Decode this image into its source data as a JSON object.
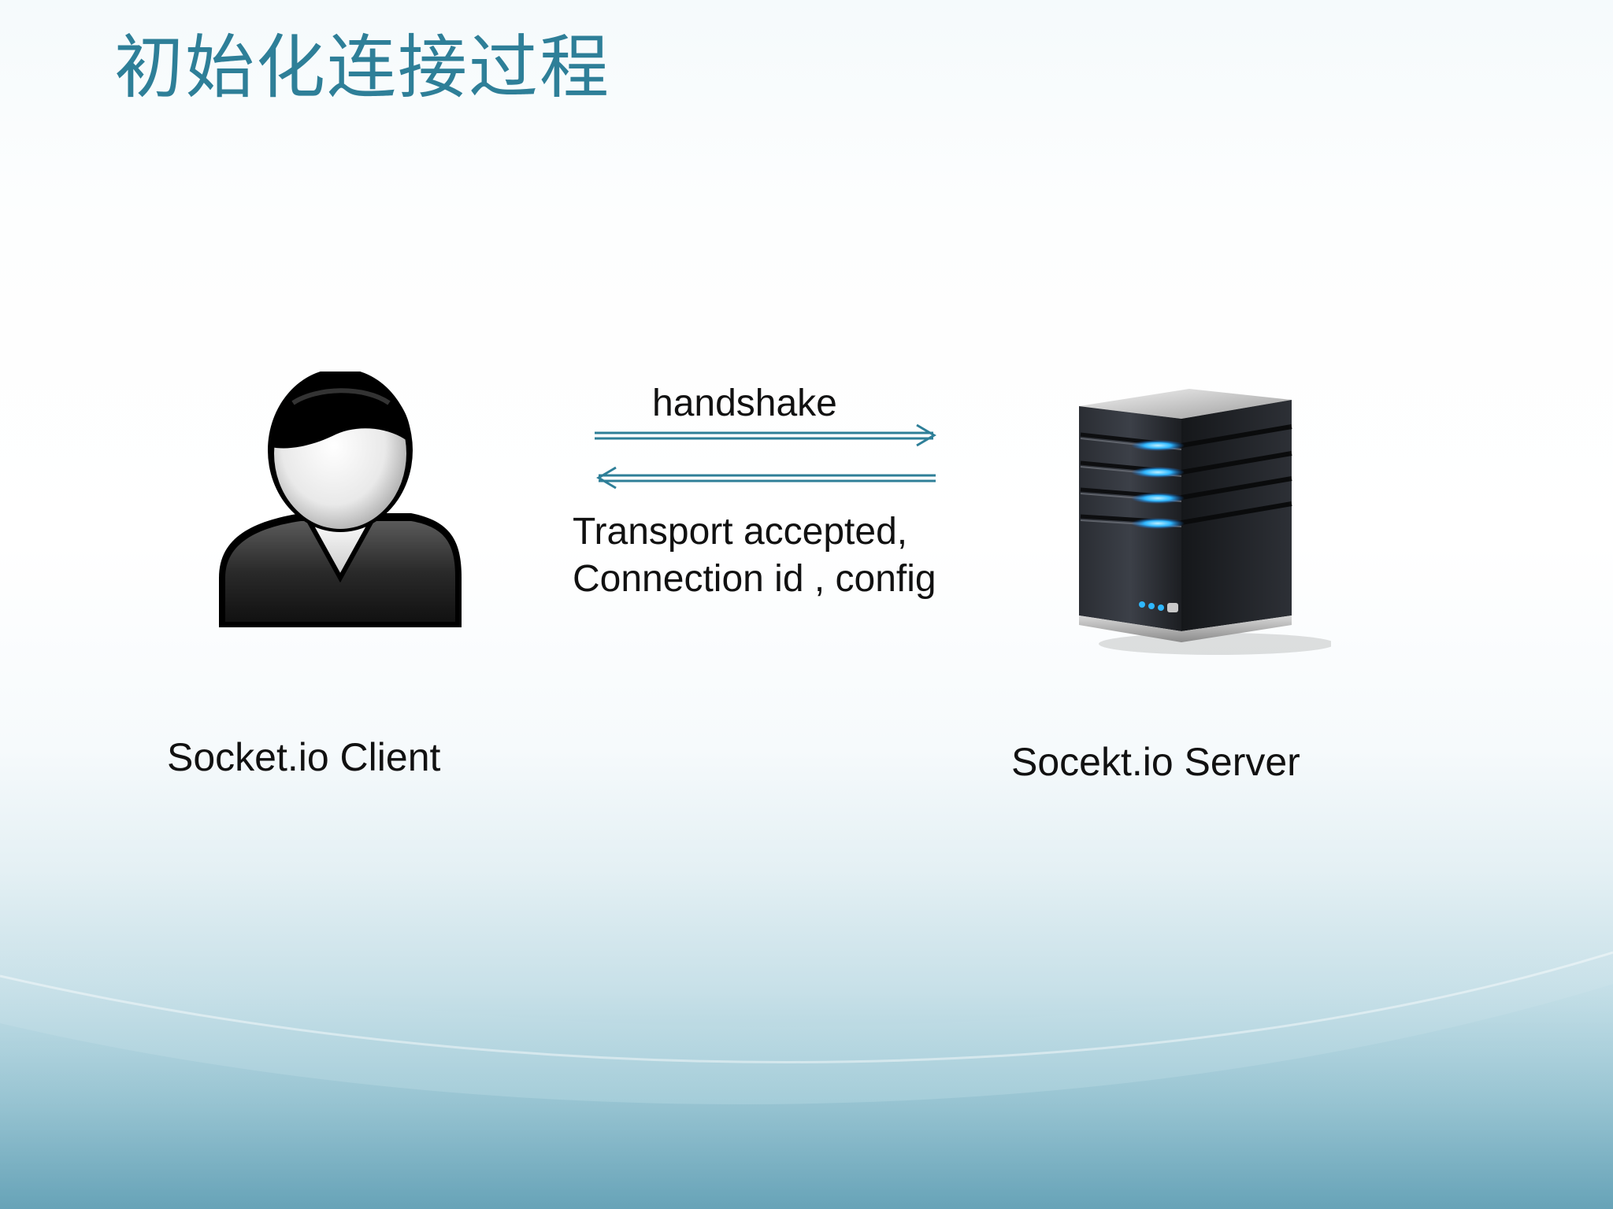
{
  "slide": {
    "title": "初始化连接过程",
    "accent_color": "#2e7f98",
    "background_wave_color": "#6fa9bd"
  },
  "diagram": {
    "handshake_label": "handshake",
    "response_lines": [
      "Transport accepted,",
      "Connection id , config"
    ],
    "client": {
      "label": "Socket.io Client",
      "icon": "user-icon"
    },
    "server": {
      "label": "Socekt.io Server",
      "icon": "server-icon"
    },
    "arrow_color": "#2e7f98"
  }
}
